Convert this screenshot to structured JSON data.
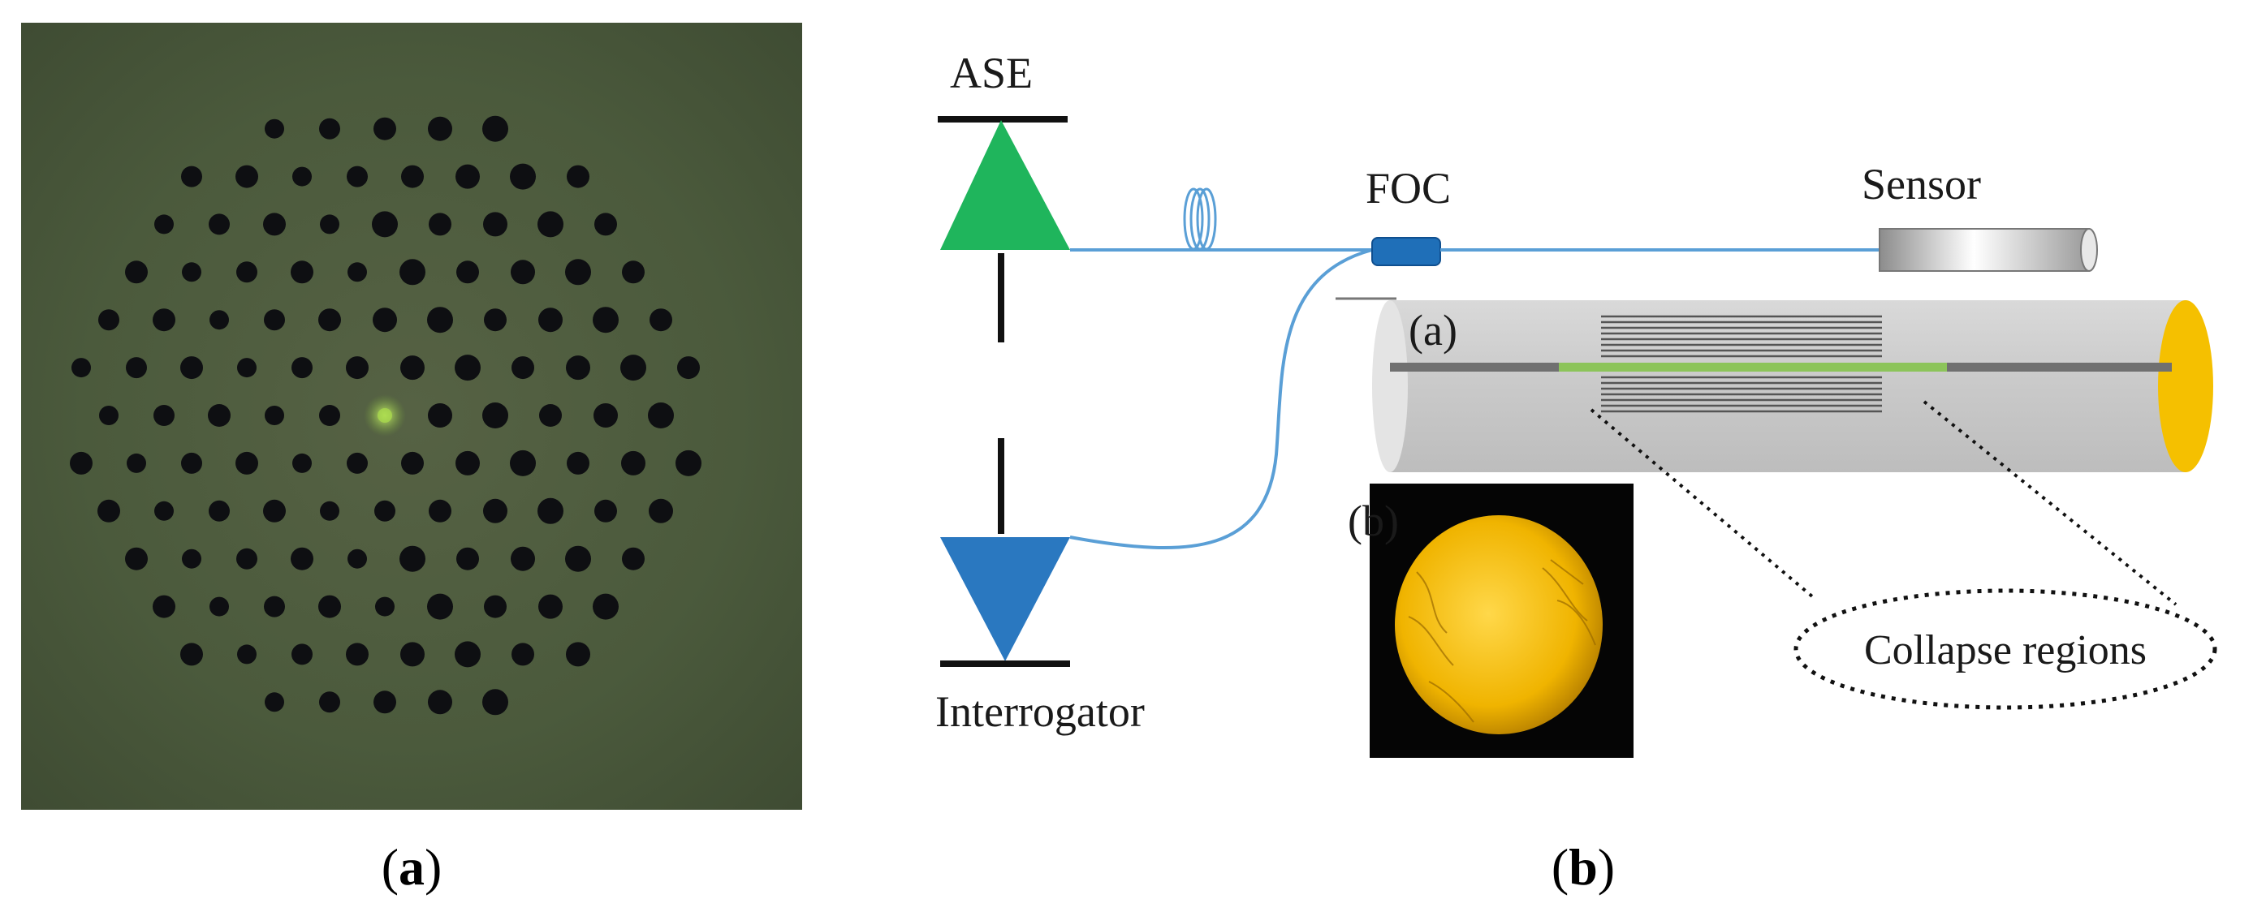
{
  "panel_a": {
    "caption_open": "(",
    "caption_letter": "a",
    "caption_close": ")"
  },
  "panel_b": {
    "caption_open": "(",
    "caption_letter": "b",
    "caption_close": ")",
    "labels": {
      "source": "ASE",
      "coupler": "FOC",
      "sensor": "Sensor",
      "interrogator": "Interrogator",
      "inset_a": "(a)",
      "inset_b": "(b)",
      "callout": "Collapse regions"
    }
  },
  "colors": {
    "source_triangle": "#1fb55c",
    "interrogator_triangle": "#2a78c0",
    "fiber": "#5a9fd6",
    "coupler": "#1f6fb8",
    "inset_end_face": "#f5c000",
    "grating_core": "#8cc45a",
    "micrograph_background": "#4a5a3a",
    "micrograph_core": "#9ccc4a"
  }
}
